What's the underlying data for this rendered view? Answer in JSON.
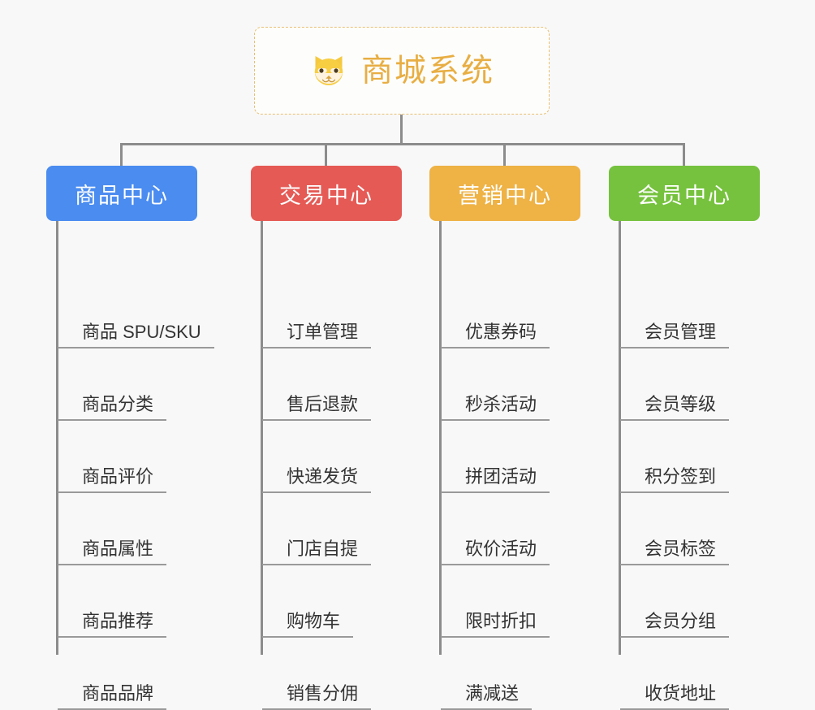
{
  "root": {
    "title": "商城系统",
    "icon": "shiba-dog-icon",
    "title_color": "#e8ae43",
    "border_color": "#e8bf72"
  },
  "colors": {
    "background": "#f8f8f8",
    "connector": "#8c8c8c",
    "leaf_text": "#333333",
    "leaf_underline": "#9a9a9a"
  },
  "columns": [
    {
      "title": "商品中心",
      "color": "#4a8cf0",
      "leaves": [
        "商品 SPU/SKU",
        "商品分类",
        "商品评价",
        "商品属性",
        "商品推荐",
        "商品品牌"
      ]
    },
    {
      "title": "交易中心",
      "color": "#e55a55",
      "leaves": [
        "订单管理",
        "售后退款",
        "快递发货",
        "门店自提",
        "购物车",
        "销售分佣"
      ]
    },
    {
      "title": "营销中心",
      "color": "#eeb245",
      "leaves": [
        "优惠券码",
        "秒杀活动",
        "拼团活动",
        "砍价活动",
        "限时折扣",
        "满减送"
      ]
    },
    {
      "title": "会员中心",
      "color": "#76c23e",
      "leaves": [
        "会员管理",
        "会员等级",
        "积分签到",
        "会员标签",
        "会员分组",
        "收货地址"
      ]
    }
  ]
}
